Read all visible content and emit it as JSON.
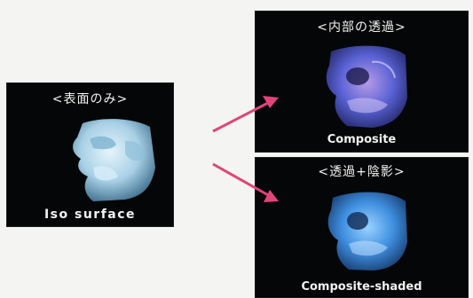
{
  "panels": {
    "iso": {
      "title": "<表面のみ>",
      "caption": "Iso surface"
    },
    "composite": {
      "title": "<内部の透過>",
      "caption": "Composite"
    },
    "shaded": {
      "title": "<透過+陰影>",
      "caption": "Composite-shaded"
    }
  },
  "colors": {
    "panel_bg": "#050607",
    "arrow": "#e0457a",
    "iso_render": "#a8d0e6",
    "composite_render": "#5b63d6",
    "shaded_render": "#3f8fe0"
  }
}
